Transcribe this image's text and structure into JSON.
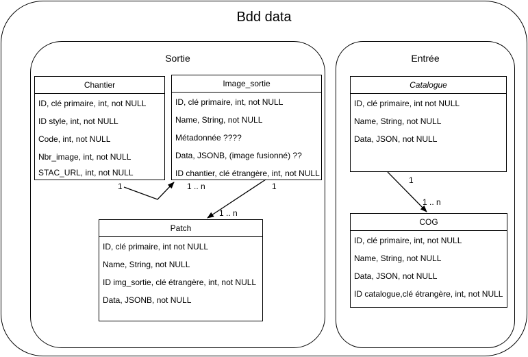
{
  "title": "Bdd data",
  "sortie": {
    "title": "Sortie",
    "chantier": {
      "name": "Chantier",
      "fields": [
        "ID, clé primaire, int, not NULL",
        "ID style, int, not NULL",
        "Code, int, not NULL",
        "Nbr_image, int, not NULL",
        "STAC_URL, int, not NULL"
      ]
    },
    "image_sortie": {
      "name": "Image_sortie",
      "fields": [
        "ID, clé primaire, int, not NULL",
        "Name, String, not NULL",
        "Métadonnée ????",
        "Data, JSONB, (image fusionné) ??",
        "ID chantier, clé étrangère, int, not NULL"
      ]
    },
    "patch": {
      "name": "Patch",
      "fields": [
        "ID, clé primaire, int not NULL",
        "Name, String, not NULL",
        "ID img_sortie, clé étrangère, int, not NULL",
        "Data, JSONB, not NULL"
      ]
    }
  },
  "entree": {
    "title": "Entrée",
    "catalogue": {
      "name": "Catalogue",
      "fields": [
        "ID, clé primaire, int not NULL",
        "Name, String, not NULL",
        "Data, JSON, not NULL"
      ]
    },
    "cog": {
      "name": "COG",
      "fields": [
        "ID, clé primaire, int, not NULL",
        "Name, String, not NULL",
        "Data, JSON, not NULL",
        "ID catalogue,clé étrangère, int, not NULL"
      ]
    }
  },
  "relations": {
    "chantier_image": {
      "from_mult": "1",
      "to_mult": "1 .. n"
    },
    "image_patch": {
      "from_mult": "1",
      "to_mult": "1 .. n"
    },
    "catalogue_cog": {
      "from_mult": "1",
      "to_mult": "1 .. n"
    }
  }
}
